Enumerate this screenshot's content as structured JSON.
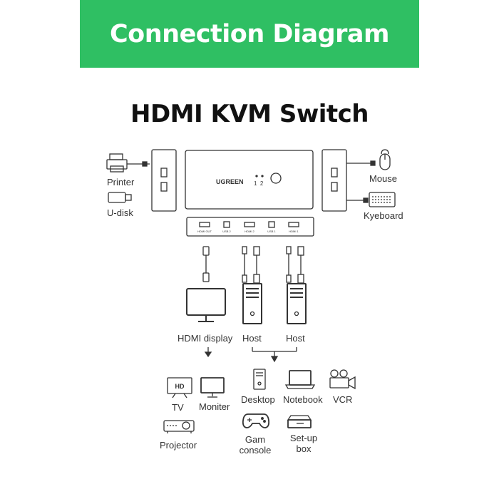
{
  "banner": {
    "title": "Connection Diagram"
  },
  "title": "HDMI KVM Switch",
  "brand": "UGREEN",
  "switch": {
    "port_nums": "1  2",
    "rear_ports": [
      "HDMI OUT",
      "USB 2",
      "HDMI 2",
      "USB 1",
      "HDMI 1"
    ]
  },
  "peripherals": {
    "printer": "Printer",
    "udisk": "U-disk",
    "mouse": "Mouse",
    "keyboard": "Kyeboard"
  },
  "outputs": {
    "hdmi_display": "HDMI display",
    "host1": "Host",
    "host2": "Host"
  },
  "display_devices": {
    "tv": "TV",
    "tv_screen": "HD",
    "monitor": "Moniter",
    "projector": "Projector"
  },
  "host_devices": {
    "desktop": "Desktop",
    "notebook": "Notebook",
    "vcr": "VCR",
    "game_console_1": "Gam",
    "game_console_2": "console",
    "settop_1": "Set-up",
    "settop_2": "box"
  },
  "colors": {
    "banner": "#2fbf63",
    "line": "#333333"
  }
}
